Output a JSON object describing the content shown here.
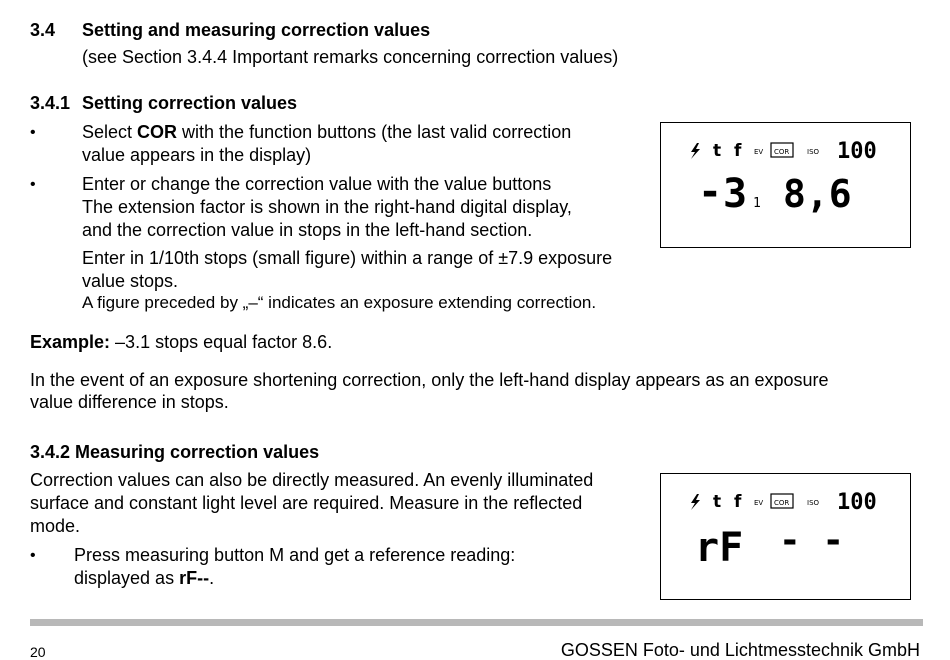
{
  "section": {
    "number": "3.4",
    "title": "Setting and measuring correction values",
    "note": "(see Section 3.4.4 Important remarks concerning correction values)"
  },
  "sub1": {
    "number": "3.4.1",
    "title": "Setting correction values",
    "bullet_symbol": "•",
    "bullet1_pre": "Select ",
    "bullet1_bold": "COR",
    "bullet1_post": " with the function buttons (the last valid correction",
    "bullet1_line2": "value appears in the display)",
    "bullet2_line1": "Enter or change the correction value with the value buttons",
    "bullet2_line2": "The extension factor is shown in the right-hand digital display,",
    "bullet2_line3": "and the correction value in stops in the left-hand section.",
    "bullet2_line4": "Enter in 1/10th stops (small figure) within a range of ±7.9 exposure",
    "bullet2_line5": "value stops.",
    "bullet2_line6": "A figure preceded by „–“ indicates an exposure extending correction."
  },
  "example": {
    "label": "Example:",
    "text": " –3.1 stops equal factor 8.6."
  },
  "shortening": {
    "line1": "In the event of an exposure shortening correction, only the left-hand display appears as an exposure",
    "line2": "value difference in stops."
  },
  "sub2": {
    "title": "3.4.2 Measuring correction values",
    "line1": "Correction values can also be directly measured. An evenly illuminated",
    "line2": "surface and constant light level are required. Measure in the reflected",
    "line3": "mode.",
    "bullet_symbol": "•",
    "bullet_line1": "Press measuring button M and get a reference reading:",
    "bullet_line2_pre": "displayed as ",
    "bullet_line2_bold": "rF--",
    "bullet_line2_post": "."
  },
  "display1": {
    "mode_t": "t",
    "mode_f": "f",
    "ev": "EV",
    "cor": "COR",
    "iso": "ISO",
    "iso_value": "100",
    "sign": "-",
    "stops": "3",
    "tenth": "1",
    "factor": "8,6"
  },
  "display2": {
    "mode_t": "t",
    "mode_f": "f",
    "ev": "EV",
    "cor": "COR",
    "iso": "ISO",
    "iso_value": "100",
    "main": "rF",
    "dashes": "- -"
  },
  "footer": {
    "page": "20",
    "company": "GOSSEN Foto- und Lichtmesstechnik GmbH"
  }
}
